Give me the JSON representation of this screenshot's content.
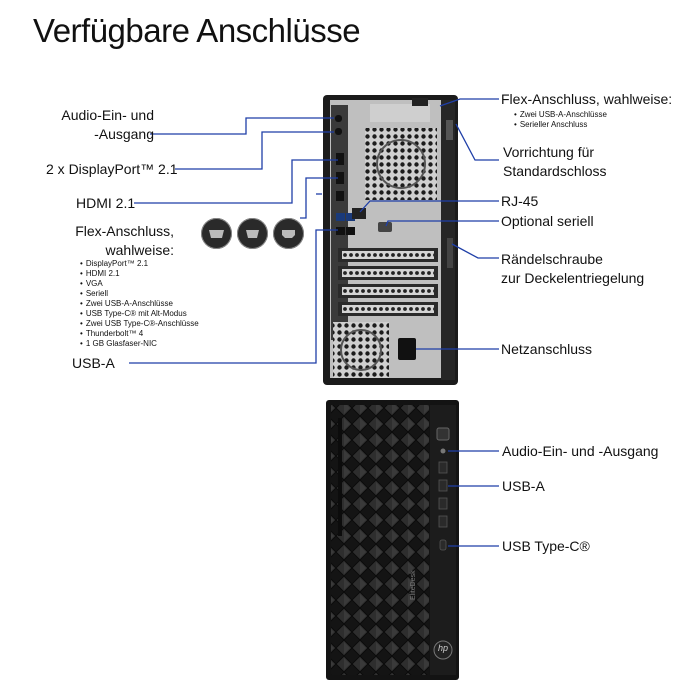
{
  "title": "Verfügbare Anschlüsse",
  "rear_labels_left": {
    "audio_line1": "Audio-Ein- und",
    "audio_line2": "-Ausgang",
    "displayport": "2 x DisplayPort™ 2.1",
    "hdmi": "HDMI 2.1",
    "flex_line1": "Flex-Anschluss,",
    "flex_line2": "wahlweise:",
    "usb_a": "USB-A"
  },
  "flex_options": [
    "DisplayPort™ 2.1",
    "HDMI 2.1",
    "VGA",
    "Seriell",
    "Zwei USB-A-Anschlüsse",
    "USB Type-C® mit Alt-Modus",
    "Zwei USB Type-C®-Anschlüsse",
    "Thunderbolt™ 4",
    "1 GB Glasfaser-NIC"
  ],
  "rear_labels_right": {
    "flex_top": "Flex-Anschluss, wahlweise:",
    "flex_top_options": [
      "Zwei USB-A-Anschlüsse",
      "Serieller Anschluss"
    ],
    "lock_line1": "Vorrichtung für",
    "lock_line2": "Standardschloss",
    "rj45": "RJ-45",
    "serial_optional": "Optional seriell",
    "screw_line1": "Rändelschraube",
    "screw_line2": "zur Deckelentriegelung",
    "power": "Netzanschluss"
  },
  "front_labels": {
    "audio": "Audio-Ein- und -Ausgang",
    "usb_a": "USB-A",
    "usb_c": "USB Type-C®"
  },
  "front_branding": {
    "logo": "hp",
    "model_text": "EliteDesk"
  },
  "colors": {
    "callout_line": "#1f3fa8",
    "chassis_dark": "#151515",
    "chassis_back": "#1a1a1a",
    "panel_metal": "#c9c9c9"
  }
}
